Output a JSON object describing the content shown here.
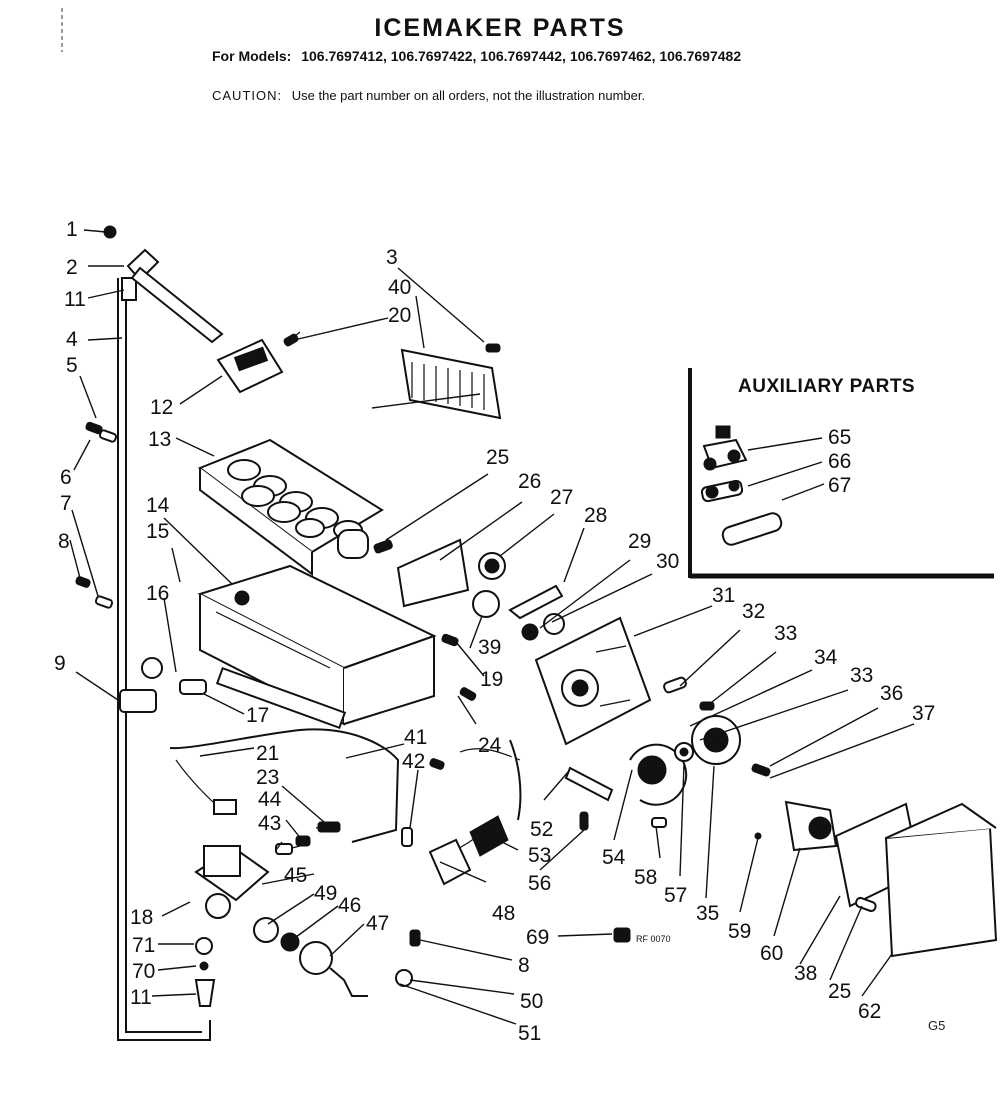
{
  "header": {
    "title": "ICEMAKER PARTS",
    "models_label": "For Models:",
    "models": [
      "106.7697412,",
      "106.7697422,",
      "106.7697442,",
      "106.7697462,",
      "106.7697482"
    ],
    "caution_label": "CAUTION:",
    "caution_text": "Use the part number on all orders, not the illustration number."
  },
  "auxiliary": {
    "title": "AUXILIARY PARTS",
    "callouts": [
      "65",
      "66",
      "67"
    ]
  },
  "callouts": [
    "1",
    "2",
    "11",
    "4",
    "5",
    "6",
    "7",
    "8",
    "9",
    "3",
    "40",
    "20",
    "12",
    "13",
    "14",
    "15",
    "16",
    "17",
    "25",
    "26",
    "27",
    "28",
    "29",
    "30",
    "39",
    "19",
    "31",
    "32",
    "33",
    "34",
    "33",
    "36",
    "37",
    "24",
    "21",
    "23",
    "44",
    "43",
    "41",
    "42",
    "52",
    "53",
    "56",
    "54",
    "58",
    "57",
    "35",
    "59",
    "60",
    "38",
    "25",
    "62",
    "45",
    "49",
    "46",
    "47",
    "48",
    "18",
    "71",
    "70",
    "11",
    "69",
    "8",
    "50",
    "51"
  ],
  "stamp": "RF 0070",
  "page_code": "G5"
}
